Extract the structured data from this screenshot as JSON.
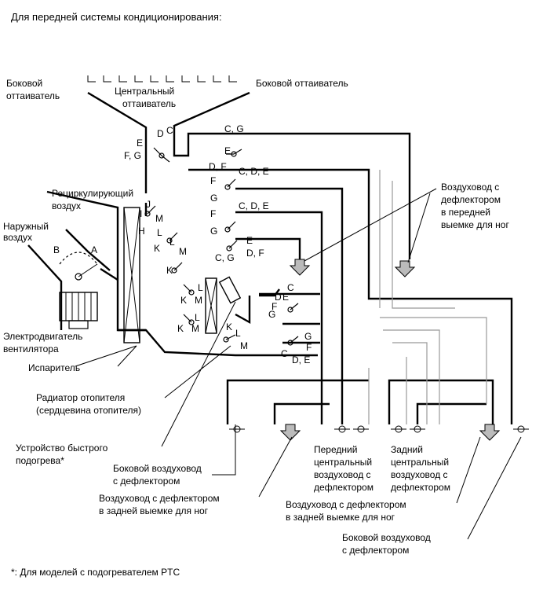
{
  "title": "Для передней системы кондиционирования:",
  "footnote": "*: Для моделей с подогревателем PTC",
  "labels": {
    "side_defroster_left": [
      "Боковой",
      "оттаиватель"
    ],
    "central_defroster": [
      "Центральный",
      "оттаиватель"
    ],
    "side_defroster_right": "Боковой оттаиватель",
    "recirc_air": [
      "Рециркулирующий",
      "воздух"
    ],
    "outside_air": [
      "Наружный",
      "воздух"
    ],
    "blower_motor": [
      "Электродвигатель",
      "вентилятора"
    ],
    "evaporator": "Испаритель",
    "heater_radiator": [
      "Радиатор отопителя",
      "(сердцевина отопителя)"
    ],
    "quick_heater": [
      "Устройство быстрого",
      "подогрева*"
    ],
    "front_foot_duct": [
      "Воздуховод с",
      "дефлектором",
      "в передней",
      "выемке для ног"
    ],
    "side_duct_left": [
      "Боковой воздуховод",
      "с дефлектором"
    ],
    "rear_foot_duct_left": [
      "Воздуховод с дефлектором",
      "в задней выемке для ног"
    ],
    "front_center_duct": [
      "Передний",
      "центральный",
      "воздуховод с",
      "дефлектором"
    ],
    "rear_center_duct": [
      "Задний",
      "центральный",
      "воздуховод с",
      "дефлектором"
    ],
    "rear_foot_duct_right": [
      "Воздуховод с дефлектором",
      "в задней выемке для ног"
    ],
    "side_duct_right": [
      "Боковой воздуховод",
      "с дефлектором"
    ]
  },
  "damper_letters": {
    "A": "A",
    "B": "B",
    "C": "C",
    "D": "D",
    "E": "E",
    "F": "F",
    "G": "G",
    "H": "H",
    "I": "I",
    "J": "J",
    "K": "K",
    "L": "L",
    "M": "M",
    "CG": "C, G",
    "CDE": "C, D, E",
    "DF": "D, F",
    "FG": "F, G",
    "DE": "D, E"
  },
  "colors": {
    "line": "#000000",
    "inner_duct": "#999999",
    "arrow_fill": "#bbbbbb"
  }
}
